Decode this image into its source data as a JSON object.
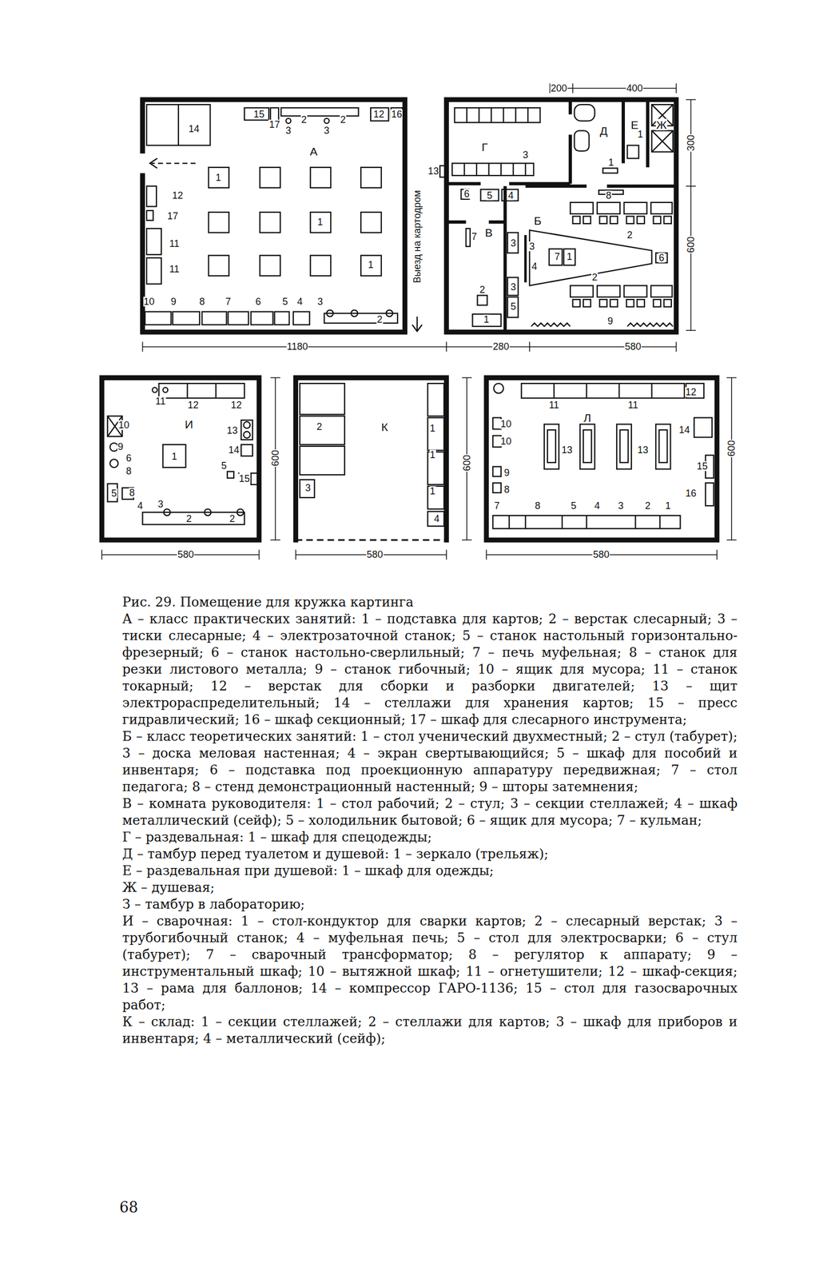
{
  "diagram": {
    "title": "Рис. 29. Помещение для кружка картинга",
    "nodes": [
      {
        "text": [
          "А"
        ]
      },
      {
        "text": [
          "Г"
        ]
      },
      {
        "text": [
          "Д"
        ]
      },
      {
        "text": [
          "Е"
        ]
      },
      {
        "text": [
          "Ж"
        ]
      },
      {
        "text": [
          "В"
        ]
      },
      {
        "text": [
          "Б"
        ]
      },
      {
        "text": [
          "И"
        ]
      },
      {
        "text": [
          "К"
        ]
      },
      {
        "text": [
          "Л"
        ]
      }
    ],
    "labels": [
      "15",
      "17",
      "3",
      "2",
      "3",
      "2",
      "12",
      "16",
      "14",
      "1",
      "1",
      "1",
      "12",
      "17",
      "11",
      "11",
      "10",
      "9",
      "8",
      "7",
      "6",
      "5",
      "4",
      "3",
      "2",
      "Выезд на картодром",
      "13",
      "3",
      "6",
      "5",
      "4",
      "7",
      "2",
      "1",
      "3",
      "3",
      "4",
      "3",
      "5",
      "7",
      "1",
      "6",
      "2",
      "2",
      "8",
      "9",
      "1",
      "1",
      "200",
      "400",
      "300",
      "600",
      "1180",
      "280",
      "580",
      "11",
      "12",
      "12",
      "10",
      "13",
      "14",
      "1",
      "5",
      "15",
      "9",
      "6",
      "8",
      "5",
      "8",
      "4",
      "3",
      "2",
      "2",
      "600",
      "580",
      "2",
      "3",
      "1",
      "1",
      "1",
      "4",
      "600",
      "580",
      "11",
      "11",
      "12",
      "14",
      "10",
      "10",
      "13",
      "13",
      "9",
      "8",
      "15",
      "16",
      "7",
      "8",
      "5",
      "4",
      "3",
      "2",
      "1",
      "600",
      "580",
      "А – класс практических занятий: 1 – подставка для картов; 2 – верстак слесарный; 3 – тиски слесарные; 4 – электрозаточной станок; 5 – станок настольный горизонтально-фрезерный; 6 – станок настольно-сверлильный; 7 – печь муфельная; 8 – станок для резки листового металла; 9 – станок гибочный; 10 – ящик для мусора; 11 – станок токарный; 12 – верстак для сборки и разборки двигателей; 13 – щит электрораспределительный; 14 – стеллажи для хранения картов; 15 – пресс гидравлический; 16 – шкаф секционный; 17 – шкаф для слесарного инструмента;",
      "Б – класс теоретических занятий: 1 – стол ученический двухместный; 2 – стул (табурет); 3 – доска меловая настенная; 4 – экран свертывающийся; 5 – шкаф для пособий и инвентаря; 6 – подставка под проекционную аппаратуру передвижная; 7 – стол педагога; 8 – стенд демонстрационный настенный; 9 – шторы затемнения;",
      "В – комната руководителя: 1 – стол рабочий; 2 – стул; 3 – секции стеллажей; 4 – шкаф металлический (сейф); 5 – холодильник бытовой; 6 – ящик для мусора; 7 – кульман;",
      "Г – раздевальная: 1 – шкаф для спецодежды;",
      "Д – тамбур перед туалетом и душевой: 1 – зеркало (трельяж);",
      "Е – раздевальная при душевой: 1 – шкаф для одежды;",
      "Ж – душевая;",
      "З – тамбур в лабораторию;",
      "И – сварочная: 1 – стол-кондуктор для сварки картов; 2 – слесарный верстак; 3 – трубогибочный станок; 4 – муфельная печь; 5 – стол для электросварки; 6 – стул (табурет); 7 – сварочный трансформатор; 8 – регулятор к аппарату; 9 – инструментальный шкаф; 10 – вытяжной шкаф; 11 – огнетушители; 12 – шкаф-секция; 13 – рама для баллонов; 14 – компрессор ГАРО-1136; 15 – стол для газосварочных работ;",
      "К – склад: 1 – секции стеллажей; 2 – стеллажи для картов; 3 – шкаф для приборов и инвентаря; 4 – металлический (сейф);",
      "68"
    ]
  }
}
